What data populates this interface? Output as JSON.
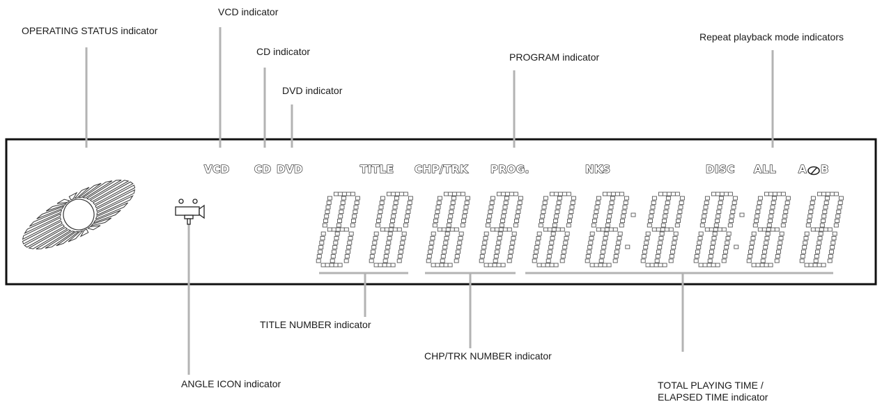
{
  "callouts": {
    "operating_status": "OPERATING STATUS indicator",
    "vcd": "VCD indicator",
    "cd": "CD indicator",
    "dvd": "DVD indicator",
    "program": "PROGRAM indicator",
    "repeat": "Repeat playback mode indicators",
    "title_number": "TITLE NUMBER indicator",
    "chp_trk_number": "CHP/TRK NUMBER indicator",
    "angle_icon": "ANGLE ICON indicator",
    "time_line1": "TOTAL PLAYING TIME /",
    "time_line2": "ELAPSED TIME indicator"
  },
  "display": {
    "vcd": "VCD",
    "cd": "CD",
    "dvd": "DVD",
    "title": "TITLE",
    "chp_trk": "CHP/TRK",
    "prog": "PROG.",
    "nks": "NKS",
    "disc": "DISC",
    "all": "ALL",
    "ab_a": "A",
    "ab_b": "B"
  },
  "colors": {
    "frame": "#111111",
    "leader": "#b3b3b3",
    "segment": "#555555"
  }
}
